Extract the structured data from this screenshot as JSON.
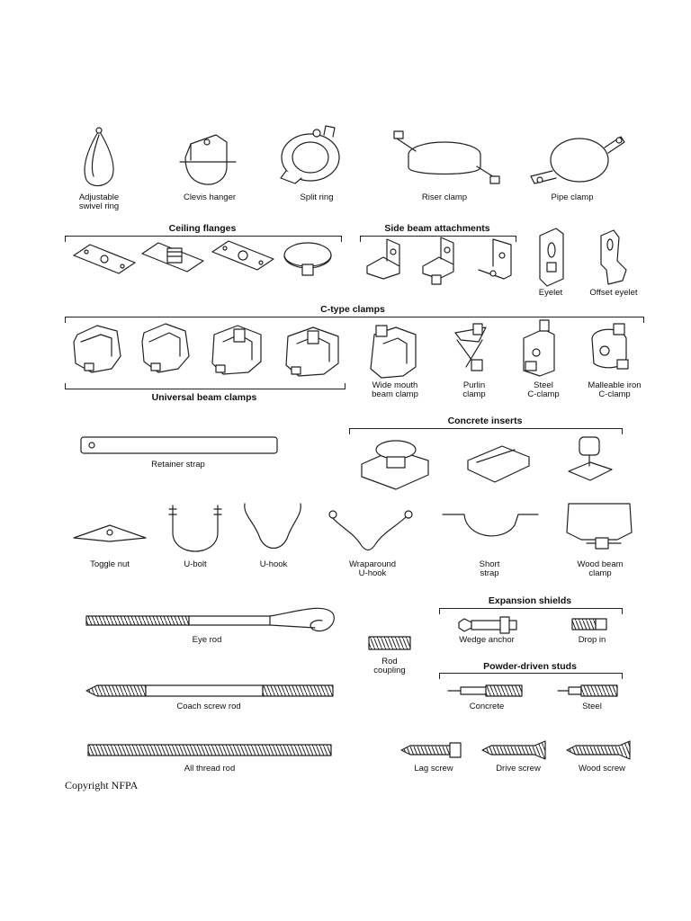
{
  "items": {
    "adjustable_swivel_ring": "Adjustable\nswivel ring",
    "clevis_hanger": "Clevis hanger",
    "split_ring": "Split ring",
    "riser_clamp": "Riser clamp",
    "pipe_clamp": "Pipe clamp",
    "eyelet": "Eyelet",
    "offset_eyelet": "Offset eyelet",
    "wide_mouth_beam_clamp": "Wide mouth\nbeam clamp",
    "purlin_clamp": "Purlin\nclamp",
    "steel_c_clamp": "Steel\nC-clamp",
    "malleable_iron_c_clamp": "Malleable iron\nC-clamp",
    "retainer_strap": "Retainer strap",
    "toggle_nut": "Toggle nut",
    "u_bolt": "U-bolt",
    "u_hook": "U-hook",
    "wraparound_u_hook": "Wraparound\nU-hook",
    "short_strap": "Short\nstrap",
    "wood_beam_clamp": "Wood beam\nclamp",
    "eye_rod": "Eye rod",
    "rod_coupling": "Rod\ncoupling",
    "wedge_anchor": "Wedge anchor",
    "drop_in": "Drop in",
    "concrete_stud": "Concrete",
    "steel_stud": "Steel",
    "coach_screw_rod": "Coach screw rod",
    "all_thread_rod": "All thread rod",
    "lag_screw": "Lag screw",
    "drive_screw": "Drive screw",
    "wood_screw": "Wood screw"
  },
  "groups": {
    "ceiling_flanges": "Ceiling flanges",
    "side_beam_attachments": "Side beam attachments",
    "c_type_clamps": "C-type clamps",
    "universal_beam_clamps": "Universal beam clamps",
    "concrete_inserts": "Concrete inserts",
    "expansion_shields": "Expansion shields",
    "powder_driven_studs": "Powder-driven studs"
  },
  "copyright": "Copyright NFPA"
}
